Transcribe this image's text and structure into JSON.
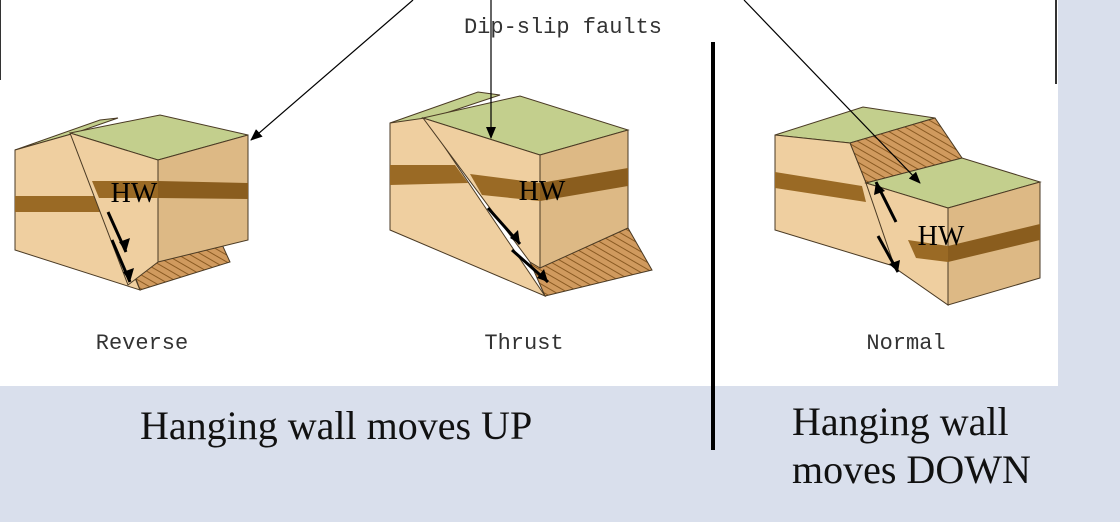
{
  "figure": {
    "title": "Dip-slip faults",
    "blocks": [
      {
        "id": "reverse",
        "name": "Reverse",
        "hw_label": "HW"
      },
      {
        "id": "thrust",
        "name": "Thrust",
        "hw_label": "HW"
      },
      {
        "id": "normal",
        "name": "Normal",
        "hw_label": "HW"
      }
    ]
  },
  "captions": {
    "up": "Hanging wall moves UP",
    "down_line1": "Hanging wall",
    "down_line2": "moves DOWN"
  },
  "colors": {
    "grass": "#c3cf8d",
    "grass_dark": "#a9b870",
    "sand_front": "#efcfa0",
    "sand_side": "#ddb985",
    "stratum": "#9a6a25",
    "scarp": "#c4915a",
    "outline": "#4a3a24",
    "slide_bg": "#d9dfec"
  }
}
